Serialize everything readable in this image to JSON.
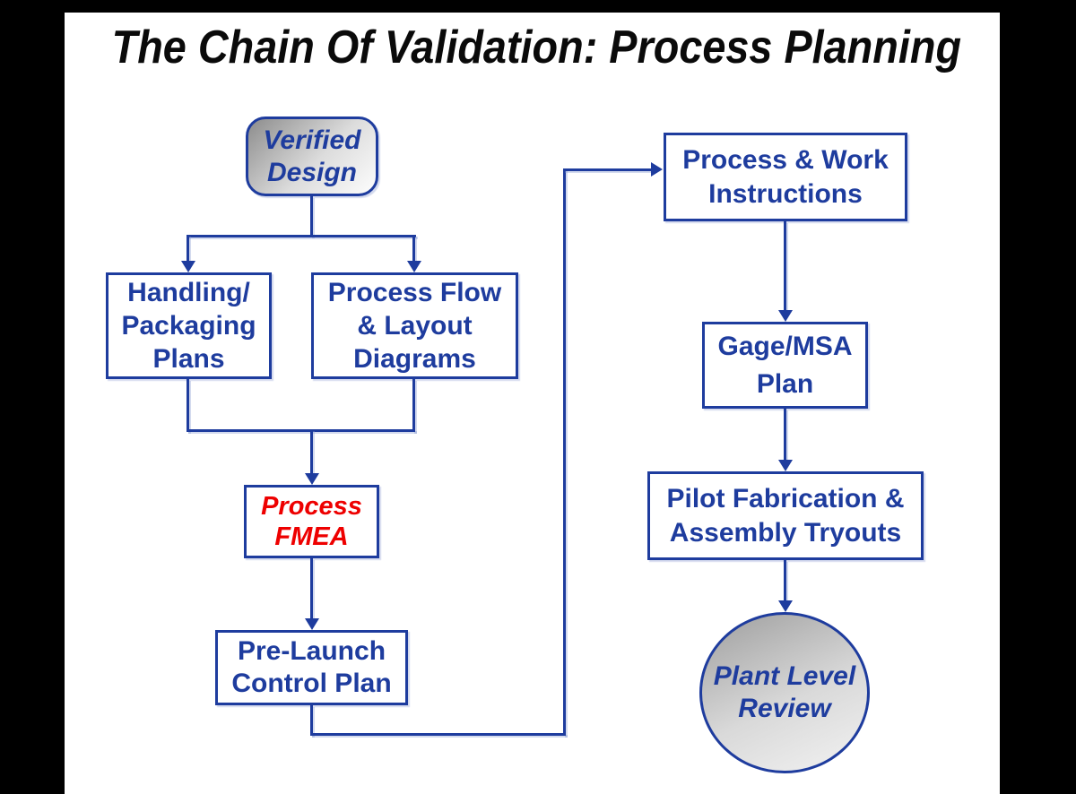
{
  "title": "The Chain Of Validation: Process Planning",
  "colors": {
    "accent_blue": "#1e3c9e",
    "alert_red": "#ee0000",
    "background": "#000000",
    "panel": "#ffffff",
    "terminator_gradient_start": "#8c8c8c",
    "terminator_gradient_end": "#fdfdfd"
  },
  "nodes": {
    "verified_design": {
      "label": "Verified\nDesign",
      "shape": "rounded-terminator"
    },
    "handling_packaging": {
      "label": "Handling/\nPackaging\nPlans",
      "shape": "rect"
    },
    "process_flow": {
      "label": "Process Flow\n& Layout\nDiagrams",
      "shape": "rect"
    },
    "process_fmea": {
      "label": "Process\nFMEA",
      "shape": "rect",
      "text_color": "#ee0000"
    },
    "pre_launch": {
      "label": "Pre-Launch\nControl Plan",
      "shape": "rect"
    },
    "process_work_instructions": {
      "label": "Process & Work\nInstructions",
      "shape": "rect"
    },
    "gage_msa": {
      "label": "Gage/MSA\nPlan",
      "shape": "rect"
    },
    "pilot_fabrication": {
      "label": "Pilot Fabrication &\nAssembly Tryouts",
      "shape": "rect"
    },
    "plant_level_review": {
      "label": "Plant Level\nReview",
      "shape": "circle"
    }
  }
}
